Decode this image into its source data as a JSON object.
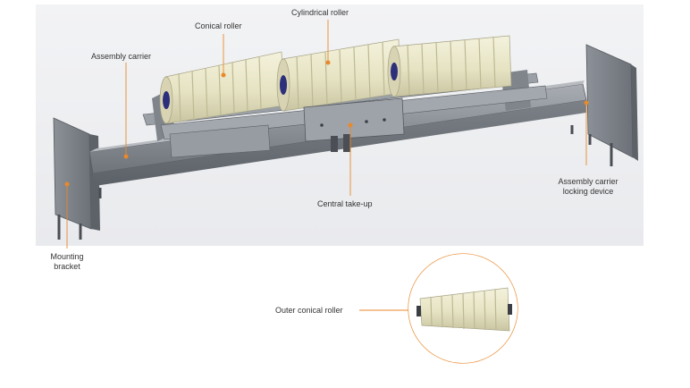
{
  "labels": {
    "conical_roller": "Conical roller",
    "cylindrical_roller": "Cylindrical roller",
    "assembly_carrier": "Assembly carrier",
    "central_take_up": "Central take-up",
    "assembly_carrier_locking_device_line1": "Assembly carrier",
    "assembly_carrier_locking_device_line2": "locking device",
    "mounting_bracket_line1": "Mounting",
    "mounting_bracket_line2": "bracket",
    "outer_conical_roller": "Outer conical roller"
  },
  "colors": {
    "accent": "#E8892B",
    "steel": "#8E939A",
    "roller": "#E8E6C9",
    "background_panel": "#EFF0F2"
  }
}
